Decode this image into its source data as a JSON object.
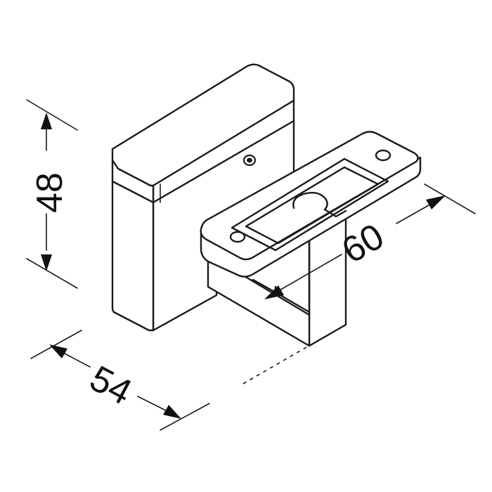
{
  "dimensions": {
    "height": "48",
    "width": "54",
    "depth": "60"
  },
  "colors": {
    "line": "#1a1a1a",
    "background": "#ffffff"
  }
}
